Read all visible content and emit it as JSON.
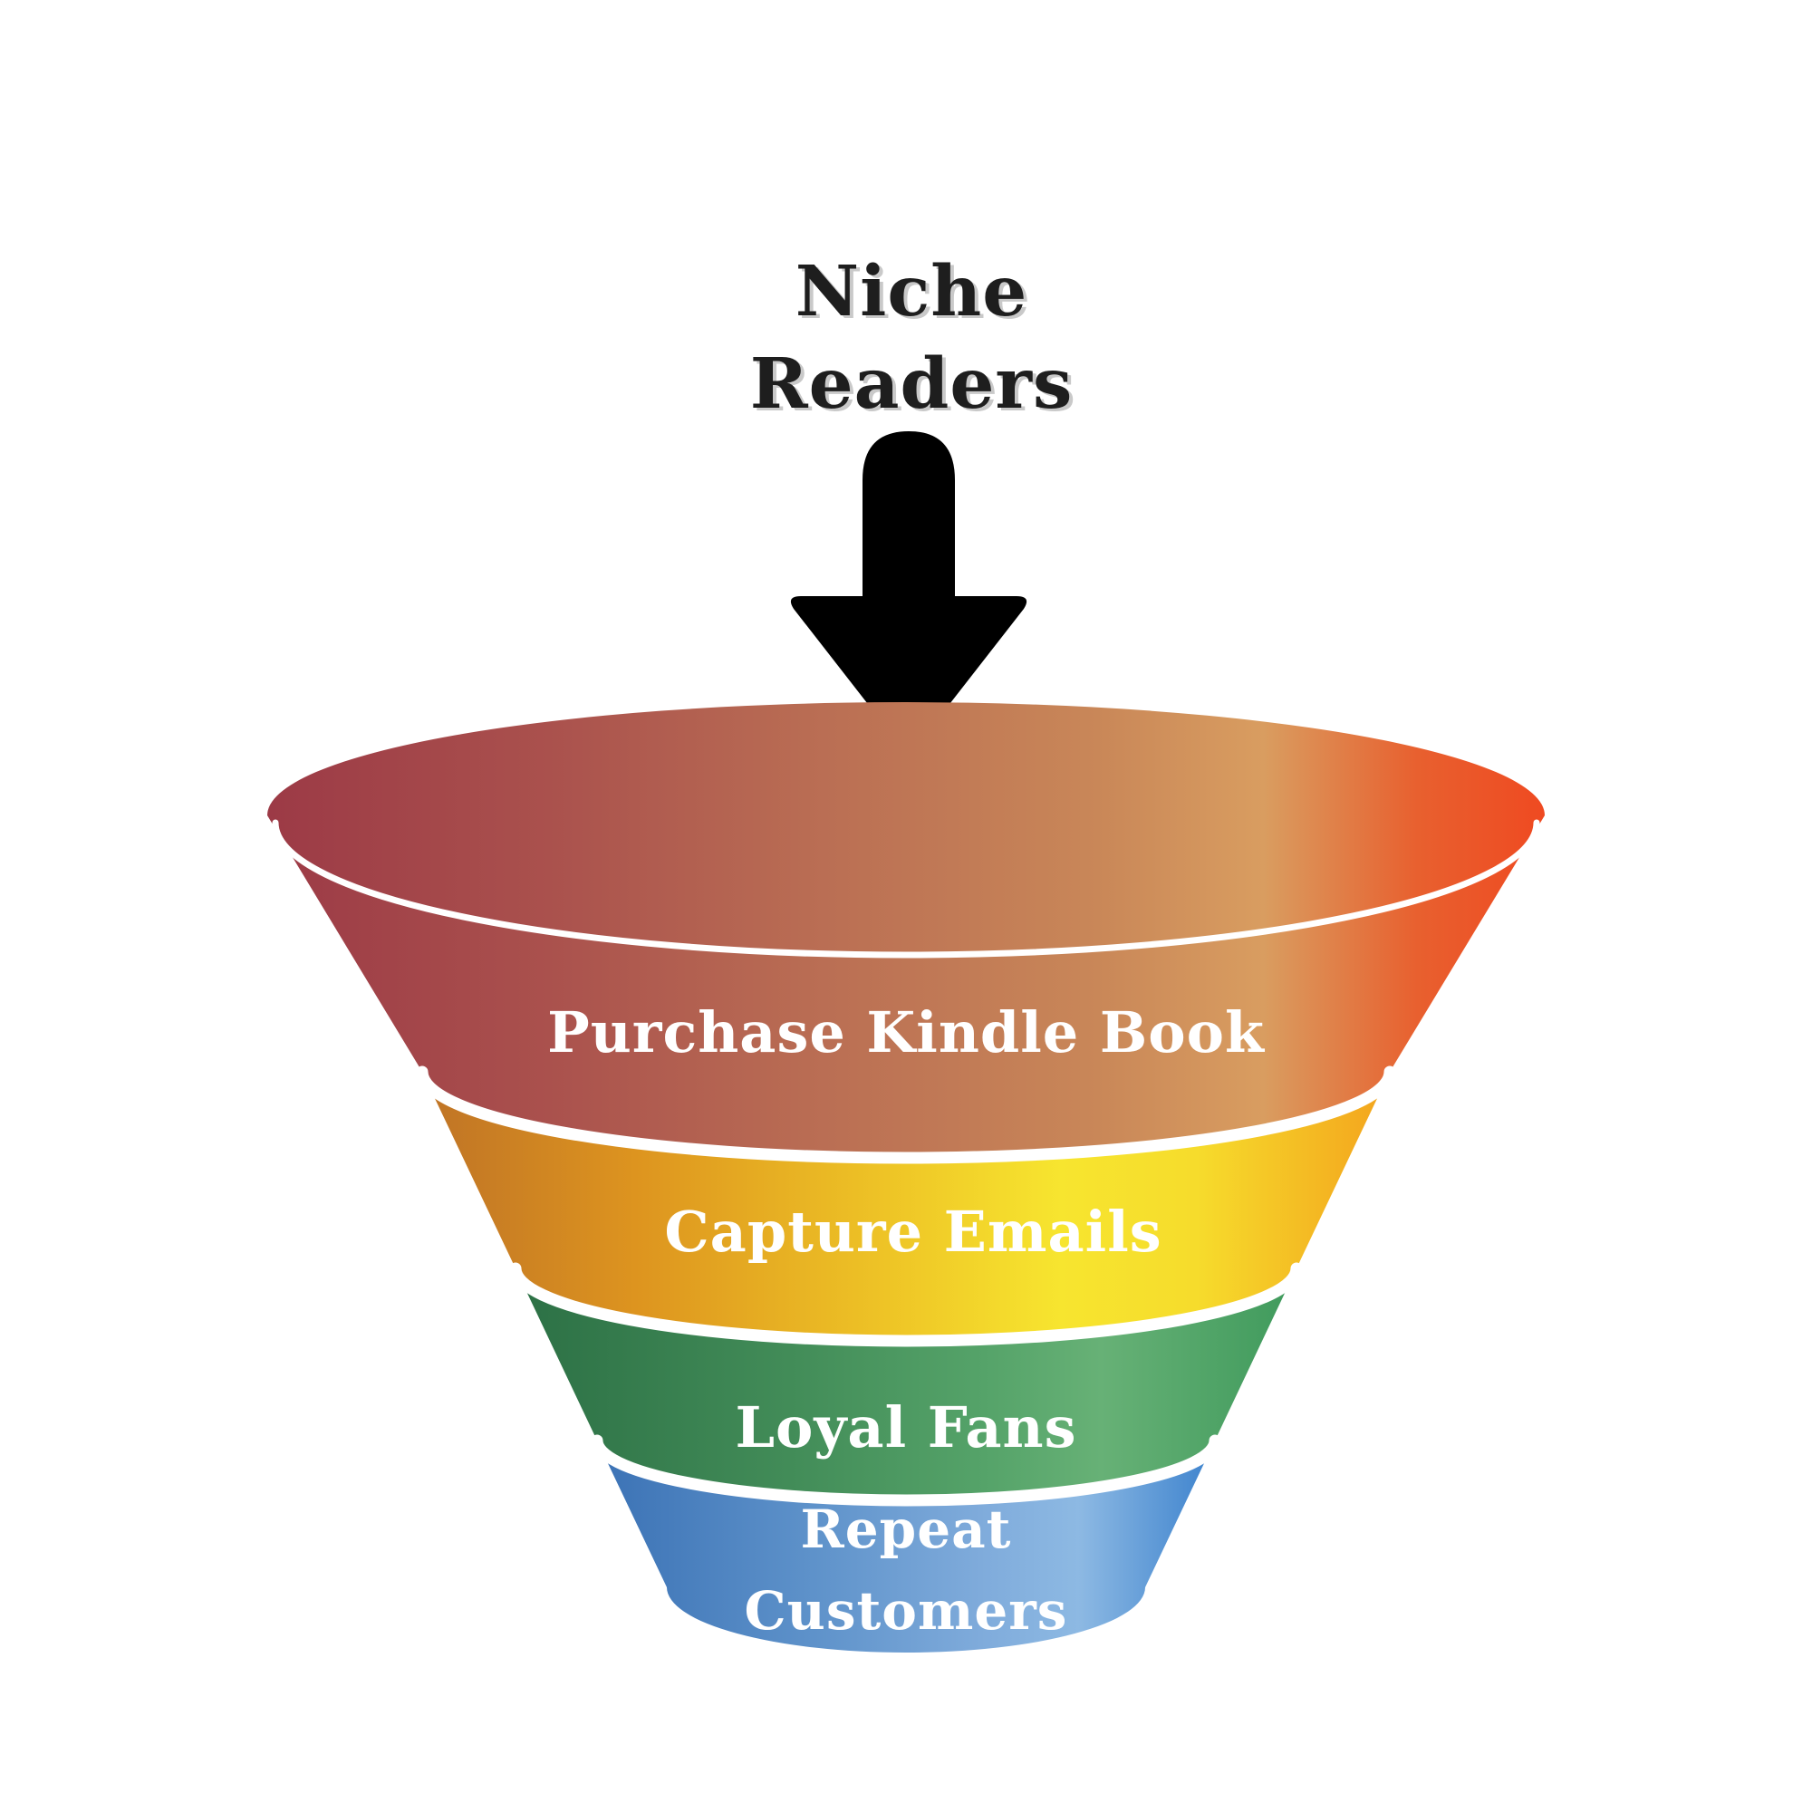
{
  "background_color": "#ffffff",
  "title": {
    "line1": "Niche",
    "line2": "Readers",
    "color": "#1e1e1e",
    "shadow_color": "#c9c9c9"
  },
  "arrow_icon": {
    "name": "down-arrow",
    "color": "#000000"
  },
  "funnel": {
    "label_color": "#ffffff",
    "separator_color": "#ffffff",
    "stages": [
      {
        "label": "Purchase Kindle Book",
        "gradient": [
          [
            0,
            "#9c3a46"
          ],
          [
            0.22,
            "#aa514d"
          ],
          [
            0.45,
            "#bb7054"
          ],
          [
            0.65,
            "#c98758"
          ],
          [
            0.78,
            "#d99d60"
          ],
          [
            0.9,
            "#e8602f"
          ],
          [
            1,
            "#ef4a21"
          ]
        ]
      },
      {
        "label": "Capture Emails",
        "gradient": [
          [
            0,
            "#bf7326"
          ],
          [
            0.22,
            "#dd941f"
          ],
          [
            0.48,
            "#eec426"
          ],
          [
            0.66,
            "#f7e52f"
          ],
          [
            0.8,
            "#f6dc2c"
          ],
          [
            1,
            "#f3a31d"
          ]
        ]
      },
      {
        "label": "Loyal Fans",
        "gradient": [
          [
            0,
            "#2c7045"
          ],
          [
            0.35,
            "#428c58"
          ],
          [
            0.6,
            "#55a369"
          ],
          [
            0.75,
            "#67b176"
          ],
          [
            1,
            "#3f9a5c"
          ]
        ]
      },
      {
        "label": "Repeat Customers",
        "line1": "Repeat",
        "line2": "Customers",
        "gradient": [
          [
            0,
            "#3b72b5"
          ],
          [
            0.35,
            "#5e92ca"
          ],
          [
            0.62,
            "#7fabdb"
          ],
          [
            0.78,
            "#8db9e3"
          ],
          [
            1,
            "#3c82cd"
          ]
        ]
      }
    ]
  }
}
